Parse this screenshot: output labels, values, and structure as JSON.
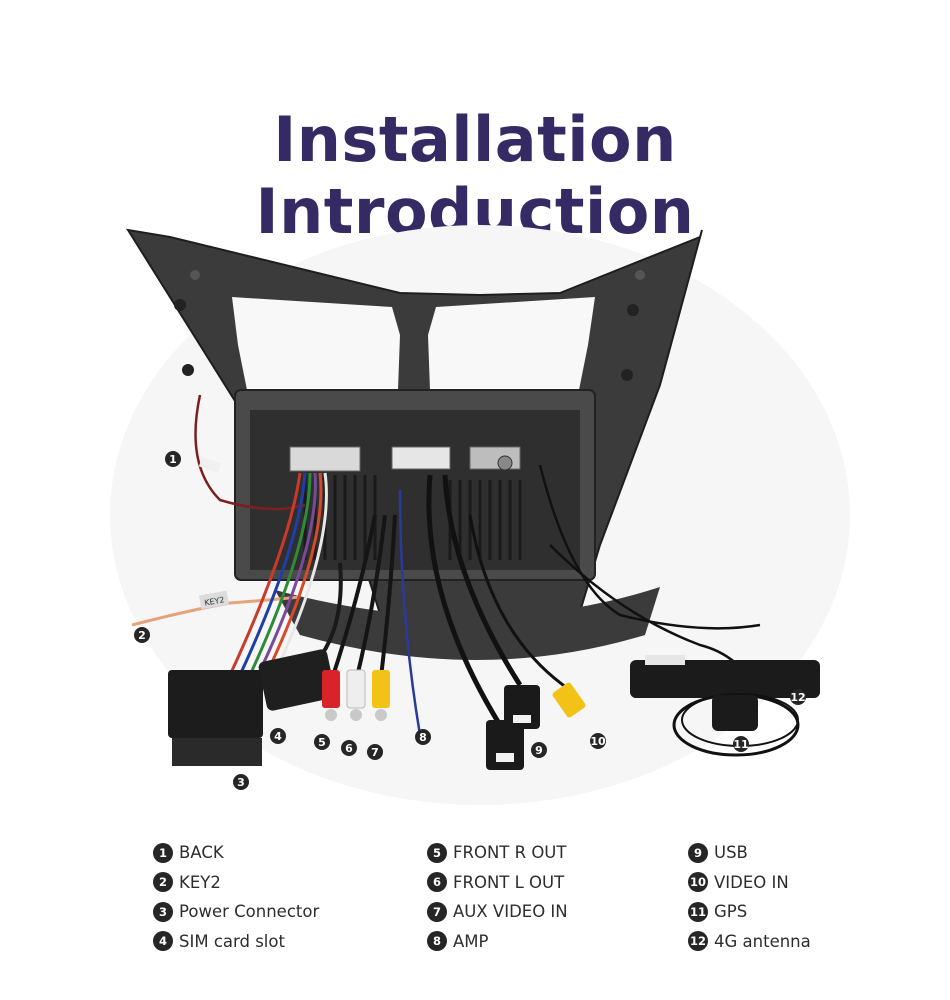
{
  "title": {
    "line1": "Installation",
    "line2": "Introduction"
  },
  "photo": {
    "badges": [
      "1",
      "2",
      "3",
      "4",
      "5",
      "6",
      "7",
      "8",
      "9",
      "10",
      "11",
      "12"
    ],
    "sticker": "KEY2"
  },
  "legend": [
    {
      "num": "1",
      "label": "BACK"
    },
    {
      "num": "2",
      "label": "KEY2"
    },
    {
      "num": "3",
      "label": "Power Connector"
    },
    {
      "num": "4",
      "label": "SIM card slot"
    },
    {
      "num": "5",
      "label": "FRONT R OUT"
    },
    {
      "num": "6",
      "label": "FRONT L OUT"
    },
    {
      "num": "7",
      "label": "AUX VIDEO IN"
    },
    {
      "num": "8",
      "label": "AMP"
    },
    {
      "num": "9",
      "label": "USB"
    },
    {
      "num": "10",
      "label": "VIDEO IN"
    },
    {
      "num": "11",
      "label": "GPS"
    },
    {
      "num": "12",
      "label": "4G antenna"
    }
  ],
  "colors": {
    "title": "#352a63",
    "badge": "#262626",
    "rca_red": "#d8232a",
    "rca_yellow": "#f2c316"
  }
}
